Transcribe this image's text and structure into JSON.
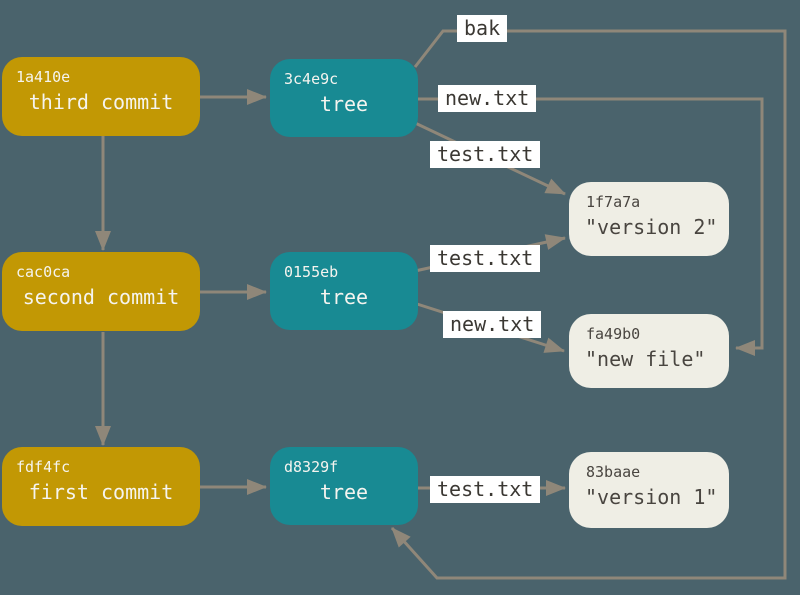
{
  "colors": {
    "bg": "#4A636C",
    "commit-bg": "#C29804",
    "tree-bg": "#188A93",
    "blob-bg": "#EFEEE5",
    "node-text": "#F5F4EF",
    "blob-text": "#494540",
    "edge": "#8F8779",
    "label-bg": "#FFFFFF",
    "label-text": "#3B3833"
  },
  "commits": [
    {
      "hash": "1a410e",
      "label": "third commit"
    },
    {
      "hash": "cac0ca",
      "label": "second commit"
    },
    {
      "hash": "fdf4fc",
      "label": "first commit"
    }
  ],
  "trees": [
    {
      "hash": "3c4e9c",
      "label": "tree"
    },
    {
      "hash": "0155eb",
      "label": "tree"
    },
    {
      "hash": "d8329f",
      "label": "tree"
    }
  ],
  "blobs": [
    {
      "hash": "1f7a7a",
      "label": "\"version 2\""
    },
    {
      "hash": "fa49b0",
      "label": "\"new file\""
    },
    {
      "hash": "83baae",
      "label": "\"version 1\""
    }
  ],
  "edge_labels": [
    {
      "text": "bak"
    },
    {
      "text": "new.txt"
    },
    {
      "text": "test.txt"
    },
    {
      "text": "test.txt"
    },
    {
      "text": "new.txt"
    },
    {
      "text": "test.txt"
    }
  ]
}
